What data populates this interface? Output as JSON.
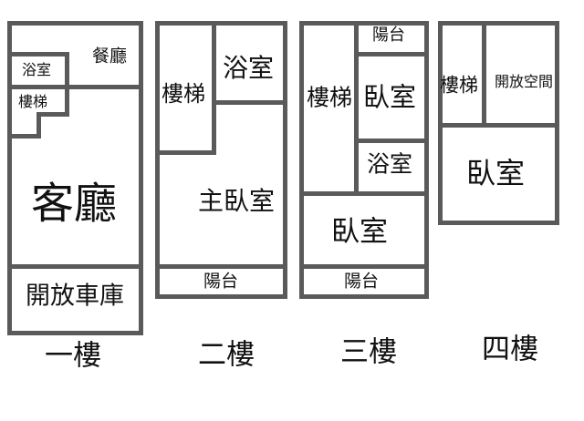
{
  "diagram_type": "house-floor-plan",
  "colors": {
    "wall": "#5a5a5a",
    "text": "#111111",
    "background": "#ffffff"
  },
  "floors": [
    {
      "name": "一樓",
      "rooms": {
        "dining": "餐廳",
        "bathroom": "浴室",
        "stairs": "樓梯",
        "living": "客廳",
        "garage": "開放車庫"
      }
    },
    {
      "name": "二樓",
      "rooms": {
        "stairs": "樓梯",
        "bathroom": "浴室",
        "master_bedroom": "主臥室",
        "balcony": "陽台"
      }
    },
    {
      "name": "三樓",
      "rooms": {
        "stairs": "樓梯",
        "balcony_top": "陽台",
        "bedroom_upper": "臥室",
        "bathroom": "浴室",
        "bedroom": "臥室",
        "balcony": "陽台"
      }
    },
    {
      "name": "四樓",
      "rooms": {
        "stairs": "樓梯",
        "open_space": "開放空間",
        "bedroom": "臥室"
      }
    }
  ]
}
